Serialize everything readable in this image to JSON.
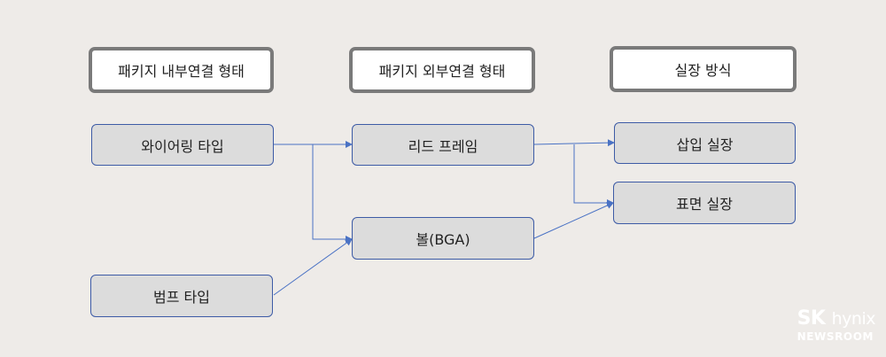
{
  "headers": {
    "internal": "패키지 내부연결 형태",
    "external": "패키지 외부연결 형태",
    "mounting": "실장 방식"
  },
  "nodes": {
    "wire": "와이어링 타입",
    "bump": "범프 타입",
    "leadframe": "리드 프레임",
    "ball": "볼(BGA)",
    "insertion": "삽입 실장",
    "surface": "표면 실장"
  },
  "logo": {
    "brand_sk": "SK",
    "brand_hynix": "hynix",
    "newsroom": "NEWSROOM"
  },
  "colors": {
    "background": "#eeebe8",
    "node_fill": "#dcdcdc",
    "node_border": "#3d5ba6",
    "arrow": "#4a72c4",
    "header_border": "#7a7a7a"
  }
}
